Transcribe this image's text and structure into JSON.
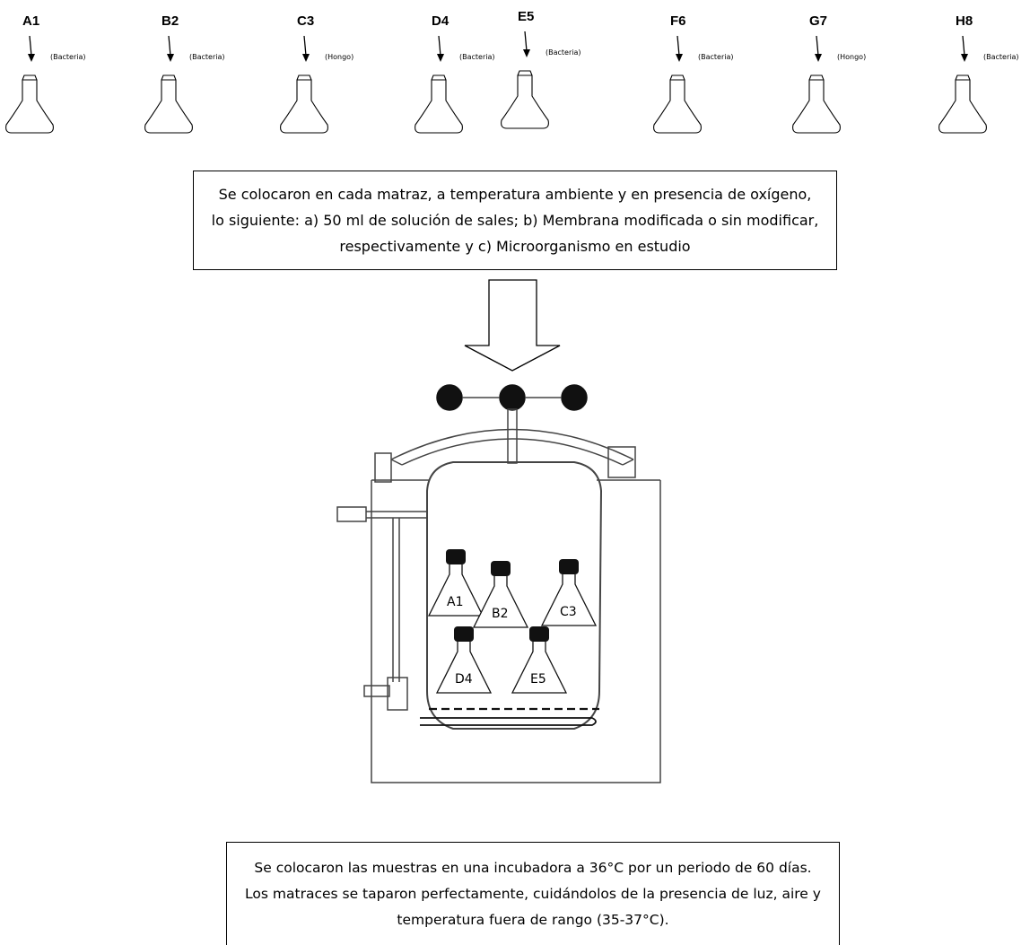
{
  "flasks": [
    {
      "id": "A1",
      "organism": "(Bacteria)"
    },
    {
      "id": "B2",
      "organism": "(Bacteria)"
    },
    {
      "id": "C3",
      "organism": "(Hongo)"
    },
    {
      "id": "D4",
      "organism": "(Bacteria)"
    },
    {
      "id": "E5",
      "organism": "(Bacteria)"
    },
    {
      "id": "F6",
      "organism": "(Bacteria)"
    },
    {
      "id": "G7",
      "organism": "(Hongo)"
    },
    {
      "id": "H8",
      "organism": "(Bacteria)"
    }
  ],
  "step1": {
    "text": "Se colocaron en cada matraz, a temperatura ambiente y en presencia de oxígeno, lo siguiente: a) 50 ml de solución de sales; b) Membrana modificada o sin modificar, respectivamente y c) Microorganismo en estudio"
  },
  "incubator": {
    "flasks": [
      "A1",
      "B2",
      "C3",
      "D4",
      "E5"
    ]
  },
  "step2": {
    "text": "Se colocaron las muestras en una incubadora a 36°C por un periodo de 60 días. Los matraces se taparon perfectamente, cuidándolos de la presencia de luz, aire y temperatura fuera de rango (35-37°C)."
  }
}
